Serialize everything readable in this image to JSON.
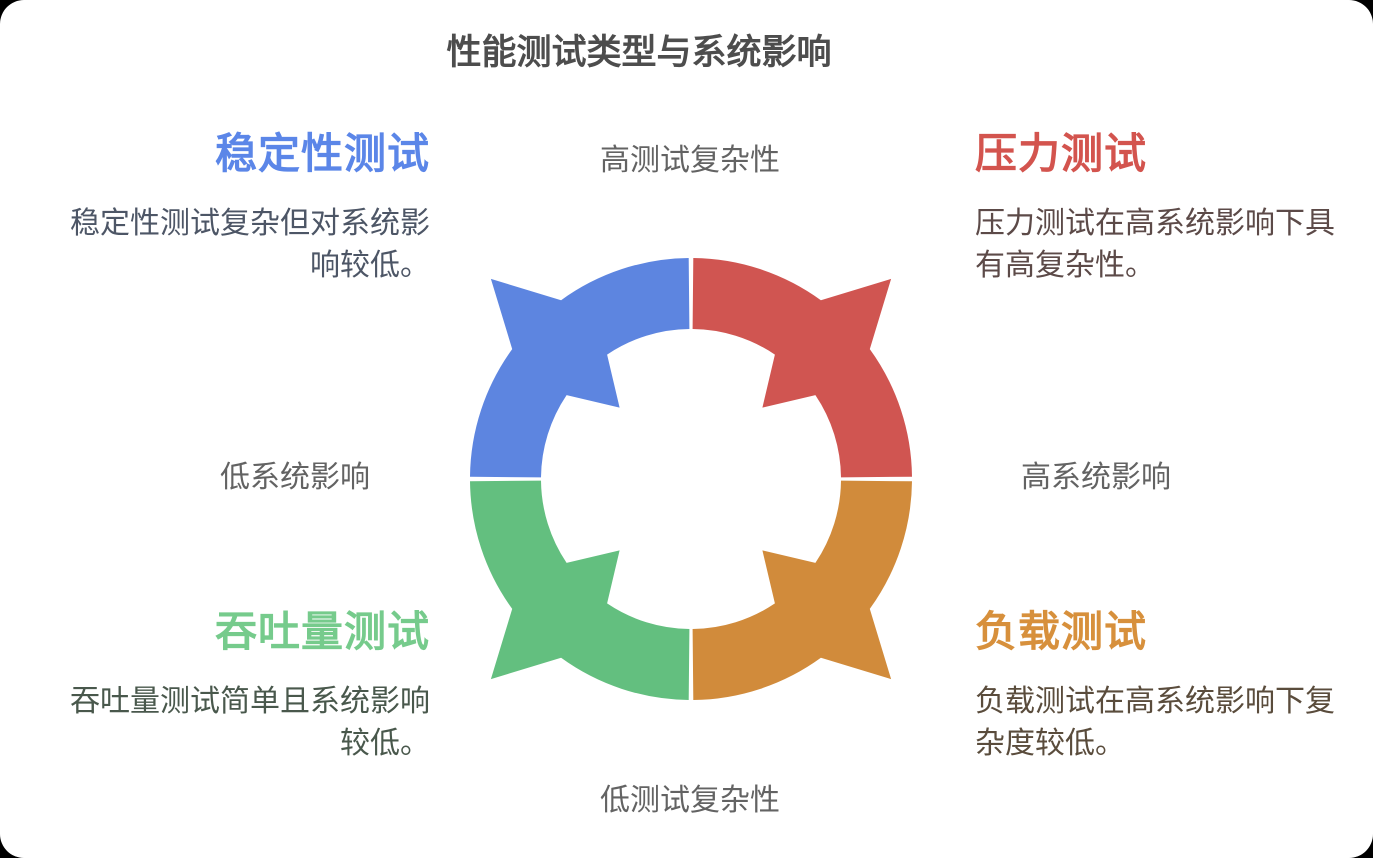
{
  "title": {
    "text": "性能测试类型与系统影响",
    "color": "#4d4d4d"
  },
  "axis_labels": {
    "color": "#636363",
    "top": {
      "text": "高测试复杂性"
    },
    "bottom": {
      "text": "低测试复杂性"
    },
    "left": {
      "text": "低系统影响"
    },
    "right": {
      "text": "高系统影响"
    }
  },
  "quadrants": [
    {
      "key": "stability",
      "position": "top-left",
      "heading": "稳定性测试",
      "heading_color": "#5b86e8",
      "description": "稳定性测试复杂但对系统影响较低。",
      "description_color": "#4d5666",
      "segment_color": "#5d85e0"
    },
    {
      "key": "stress",
      "position": "top-right",
      "heading": "压力测试",
      "heading_color": "#d3544e",
      "description": "压力测试在高系统影响下具有高复杂性。",
      "description_color": "#5c4a48",
      "segment_color": "#d05551"
    },
    {
      "key": "throughput",
      "position": "bottom-left",
      "heading": "吞吐量测试",
      "heading_color": "#76cb8c",
      "description": "吞吐量测试简单且系统影响较低。",
      "description_color": "#49584c",
      "segment_color": "#63bf7f"
    },
    {
      "key": "load",
      "position": "bottom-right",
      "heading": "负载测试",
      "heading_color": "#d7903c",
      "description": "负载测试在高系统影响下复杂度较低。",
      "description_color": "#5a4c3c",
      "segment_color": "#d18b3b"
    }
  ]
}
